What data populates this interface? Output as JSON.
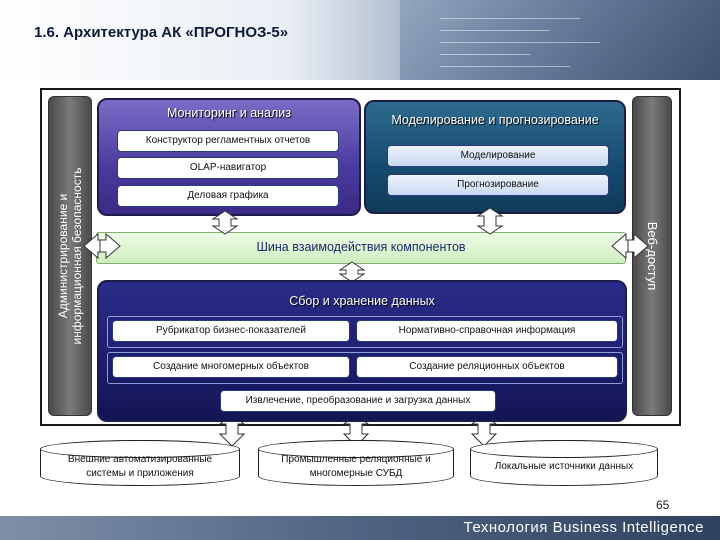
{
  "title": "1.6. Архитектура АК «ПРОГНОЗ-5»",
  "left_panel": "Администрирование и информационная безопасность",
  "right_panel": "Веб-доступ",
  "monitoring": {
    "title": "Мониторинг и анализ",
    "items": [
      "Конструктор регламентных отчетов",
      "OLAP-навигатор",
      "Деловая графика"
    ]
  },
  "modeling": {
    "title": "Моделирование и прогнозирование",
    "items": [
      "Моделирование",
      "Прогнозирование"
    ]
  },
  "bus": "Шина взаимодействия компонентов",
  "storage": {
    "title": "Сбор и хранение данных",
    "items": [
      "Рубрикатор бизнес-показателей",
      "Нормативно-справочная информация",
      "Создание многомерных объектов",
      "Создание реляционных объектов",
      "Извлечение, преобразование и загрузка данных"
    ]
  },
  "sources": [
    "Внешние автоматизированные системы и приложения",
    "Промышленные реляционные и многомерные СУБД",
    "Локальные источники данных"
  ],
  "page_number": "65",
  "footer": "Технология Business Intelligence",
  "colors": {
    "monitoring": "#4b3a9e",
    "modeling": "#164b6f",
    "storage": "#1a1b66",
    "bus": "#cfeebf"
  }
}
